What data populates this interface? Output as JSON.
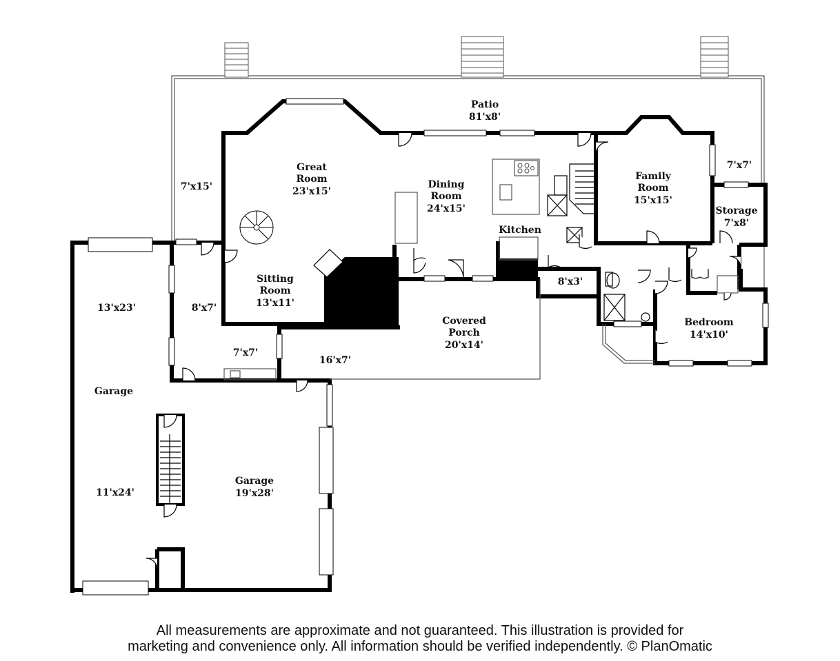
{
  "rooms": {
    "patio": {
      "name": "Patio",
      "size": "81'x8'"
    },
    "great_room": {
      "line1": "Great",
      "line2": "Room",
      "size": "23'x15'"
    },
    "dining_room": {
      "line1": "Dining",
      "line2": "Room",
      "size": "24'x15'"
    },
    "kitchen": {
      "name": "Kitchen"
    },
    "family_room": {
      "line1": "Family",
      "line2": "Room",
      "size": "15'x15'"
    },
    "storage": {
      "name": "Storage",
      "size": "7'x8'"
    },
    "deck_7x7_right": {
      "size": "7'x7'"
    },
    "side_7x15": {
      "size": "7'x15'"
    },
    "sitting_room": {
      "line1": "Sitting",
      "line2": "Room",
      "size": "13'x11'"
    },
    "hall_8x7": {
      "size": "8'x7'"
    },
    "laundry_7x7": {
      "size": "7'x7'"
    },
    "walk_16x7": {
      "size": "16'x7'"
    },
    "covered_porch": {
      "line1": "Covered",
      "line2": "Porch",
      "size": "20'x14'"
    },
    "hall_8x3": {
      "size": "8'x3'"
    },
    "bedroom": {
      "name": "Bedroom",
      "size": "14'x10'"
    },
    "garage_left": {
      "size_top": "13'x23'",
      "name": "Garage",
      "size_bottom": "11'x24'"
    },
    "garage_main": {
      "name": "Garage",
      "size": "19'x28'"
    }
  },
  "disclaimer": {
    "line1": "All measurements are approximate and not guaranteed. This illustration is provided for",
    "line2": "marketing and convenience only. All information should be verified independently. © PlanOmatic"
  },
  "colors": {
    "wall": "#000000",
    "thin_line": "#555555",
    "window": "#ffffff"
  }
}
